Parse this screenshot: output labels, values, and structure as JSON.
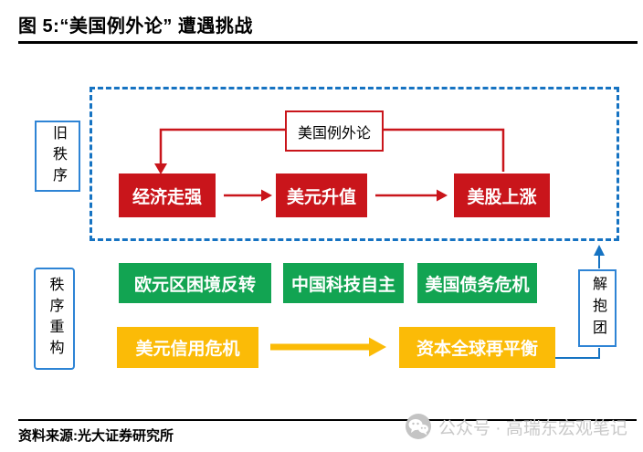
{
  "title": "图 5:“美国例外论” 遭遇挑战",
  "old_order": {
    "side_label": "旧秩序",
    "cycle_label": "美国例外论",
    "nodes": [
      "经济走强",
      "美元升值",
      "美股上涨"
    ]
  },
  "restructure": {
    "side_label": "秩序重构",
    "challenges": [
      "欧元区困境反转",
      "中国科技自主",
      "美国债务危机"
    ],
    "crisis_flow": [
      "美元信用危机",
      "资本全球再平衡"
    ],
    "break_box_label": "解抱团"
  },
  "footer": {
    "source": "资料来源:光大证券研究所",
    "watermark_text": "公众号 · 高瑞东宏观笔记",
    "watermark_icon": "wechat-icon"
  },
  "colors": {
    "red": "#C9151B",
    "green": "#12A452",
    "yellow": "#FBBB07",
    "connector_blue": "#1673C2",
    "label_border_blue": "#2E84D5",
    "watermark_gray": "#C9C9C9"
  }
}
